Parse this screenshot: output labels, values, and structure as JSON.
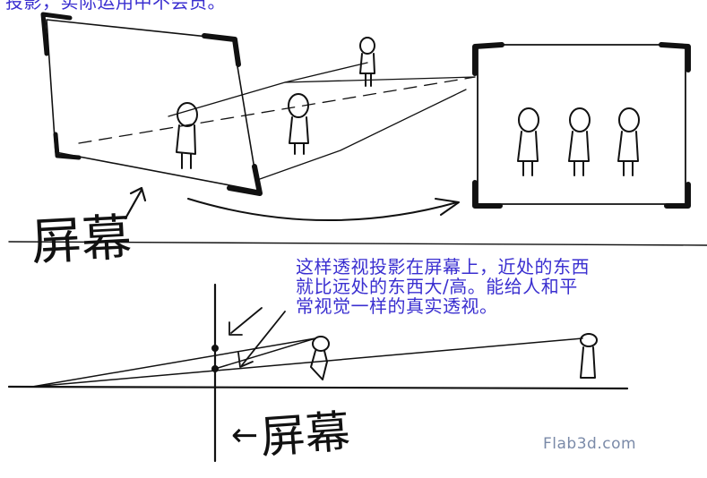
{
  "top_caption": "投影，实际运用中不会员。",
  "bottom_caption": [
    "这样透视投影在屏幕上，近处的东西",
    "就比远处的东西大/高。能给人和平",
    "常视觉一样的真实透视。"
  ],
  "label_top_screen": "屏幕",
  "label_bottom_screen": "屏幕",
  "label_bottom_arrow": "←",
  "watermark": "Flab3d.com",
  "colors": {
    "caption": "#3a2fd0",
    "ink": "#111111",
    "watermark": "#7a8aa8"
  }
}
